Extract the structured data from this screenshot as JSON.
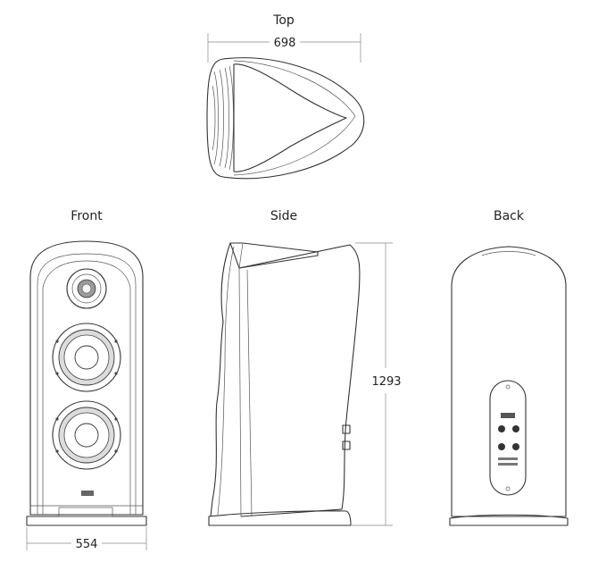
{
  "views": {
    "top": {
      "label": "Top",
      "width_dim": "698"
    },
    "front": {
      "label": "Front",
      "width_dim": "554"
    },
    "side": {
      "label": "Side",
      "height_dim": "1293"
    },
    "back": {
      "label": "Back"
    }
  },
  "colors": {
    "line": "#333333",
    "dimension": "#888888",
    "fill": "#ffffff",
    "shade": "#e6e6e6"
  }
}
